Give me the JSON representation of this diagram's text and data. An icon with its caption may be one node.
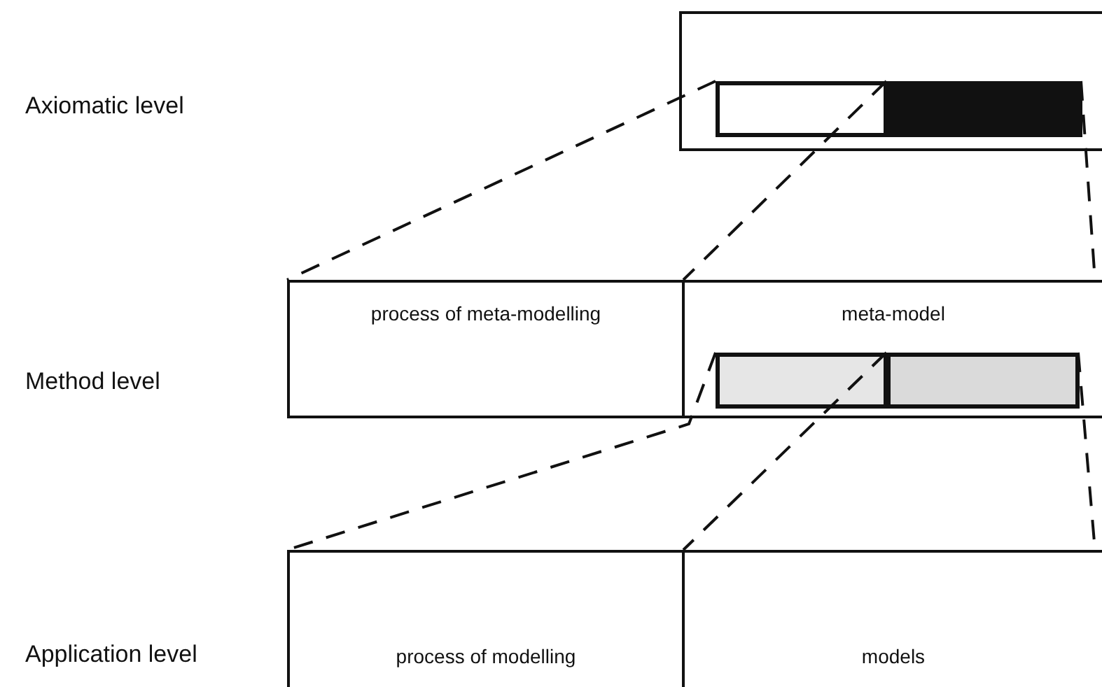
{
  "diagram": {
    "nodes": [
      {
        "text": [],
        "shape": "box"
      },
      {
        "text": [],
        "shape": "bar",
        "in": 0
      },
      {
        "text": [],
        "shape": "bar",
        "in": 0
      },
      {
        "text": [
          "process of meta-modelling"
        ]
      },
      {
        "text": [
          "meta-model"
        ]
      },
      {
        "text": [],
        "shape": "bar",
        "in": 4
      },
      {
        "text": [],
        "shape": "bar",
        "in": 4
      },
      {
        "text": [
          "process of modelling"
        ]
      },
      {
        "text": [
          "models"
        ]
      }
    ],
    "edges": [
      {
        "from": 1,
        "to": 3,
        "arrow": "none",
        "style": "dashed"
      },
      {
        "from": 1,
        "to": 3,
        "arrow": "none",
        "style": "dashed"
      },
      {
        "from": 2,
        "to": 4,
        "arrow": "none",
        "style": "dashed"
      },
      {
        "from": 5,
        "to": 7,
        "arrow": "none",
        "style": "dashed"
      },
      {
        "from": 5,
        "to": 7,
        "arrow": "none",
        "style": "dashed"
      },
      {
        "from": 6,
        "to": 8,
        "arrow": "none",
        "style": "dashed"
      }
    ],
    "labels": [
      "Axiomatic level",
      "Method level",
      "Application level"
    ]
  }
}
